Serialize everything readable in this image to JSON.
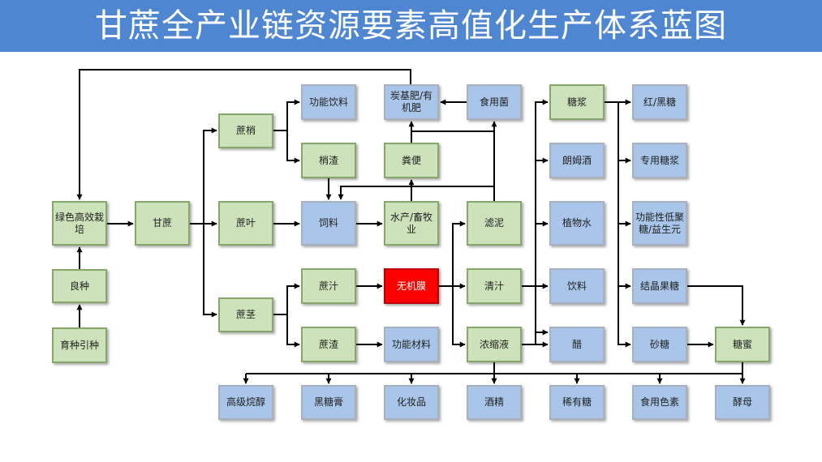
{
  "title": "甘蔗全产业链资源要素高值化生产体系蓝图",
  "colors": {
    "title_bg": "#4e86d1",
    "green_fill": "#cce2bb",
    "green_border": "#86a76b",
    "blue_fill": "#a9c6ea",
    "blue_border": "#a8b0bd",
    "highlight_fill": "#ff0000",
    "arrow": "#000000"
  },
  "nodes": {
    "n1": "绿色高效栽培",
    "n2": "良种",
    "n3": "育种引种",
    "n4": "甘蔗",
    "n5": "蔗梢",
    "n6": "蔗叶",
    "n7": "蔗茎",
    "n8": "功能饮料",
    "n9": "梢渣",
    "n10": "饲料",
    "n11": "蔗汁",
    "n12": "蔗渣",
    "n13": "炭基肥/有机肥",
    "n14": "粪便",
    "n15": "水产/畜牧业",
    "n16": "无机膜",
    "n17": "功能材料",
    "n18": "食用菌",
    "n19": "滤泥",
    "n20": "清汁",
    "n21": "浓缩液",
    "n22": "糖浆",
    "n23": "朗姆酒",
    "n24": "植物水",
    "n25": "饮料",
    "n26": "醋",
    "n27": "红/黑糖",
    "n28": "专用糖浆",
    "n29": "功能性低聚糖/益生元",
    "n30": "结晶果糖",
    "n31": "砂糖",
    "n32": "糖蜜",
    "n33": "高级烷醇",
    "n34": "黑糖膏",
    "n35": "化妆品",
    "n36": "酒精",
    "n37": "稀有糖",
    "n38": "食用色素",
    "n39": "酵母"
  }
}
